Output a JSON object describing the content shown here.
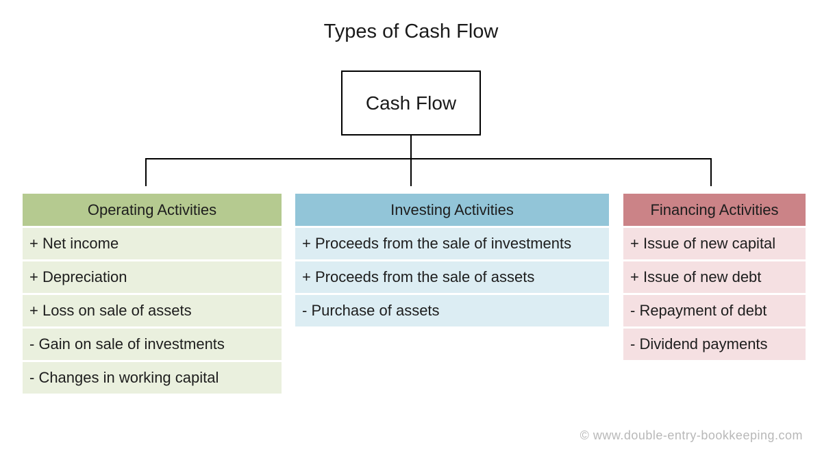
{
  "title": "Types of Cash Flow",
  "root": {
    "label": "Cash Flow"
  },
  "columns": [
    {
      "id": "operating",
      "header": "Operating Activities",
      "header_color": "#b5ca90",
      "row_color": "#eaf0de",
      "items": [
        "+ Net income",
        "+ Depreciation",
        "+ Loss on sale of assets",
        "- Gain on sale of investments",
        "- Changes in working capital"
      ]
    },
    {
      "id": "investing",
      "header": "Investing Activities",
      "header_color": "#92c5d8",
      "row_color": "#dcedf3",
      "items": [
        "+ Proceeds from the sale of investments",
        "+ Proceeds from the sale of assets",
        "- Purchase of assets"
      ]
    },
    {
      "id": "financing",
      "header": "Financing Activities",
      "header_color": "#cb8387",
      "row_color": "#f5e0e2",
      "items": [
        "+ Issue of new capital",
        "+ Issue of new debt",
        "- Repayment of debt",
        "- Dividend payments"
      ]
    }
  ],
  "footer": {
    "copyright": "© www.double-entry-bookkeeping.com"
  },
  "colors": {
    "connector_line": "#000000",
    "text": "#1d1d1d",
    "footer_text": "#b8b8b8",
    "background": "#ffffff"
  }
}
